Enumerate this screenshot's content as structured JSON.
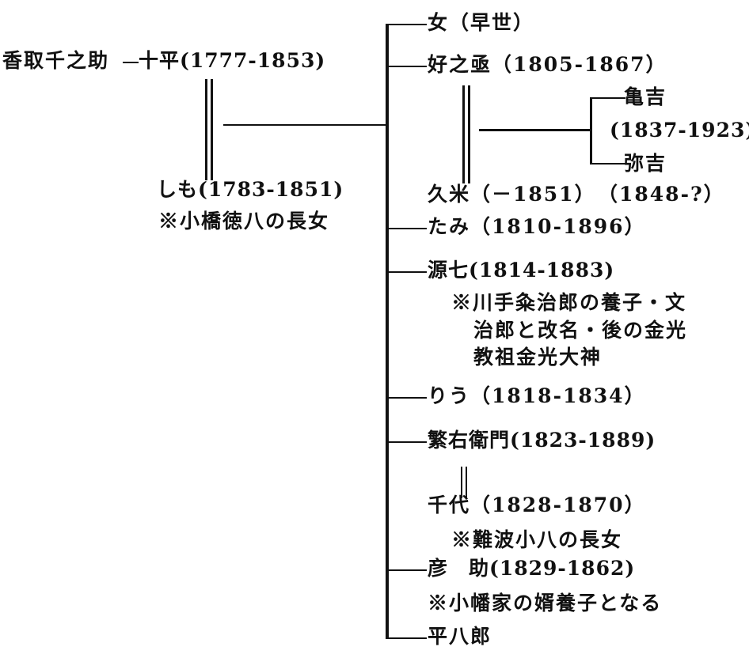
{
  "parents": {
    "father_line": "香取千之助",
    "father": "十平(1777-1853)",
    "mother": "しも(1783-1851)",
    "mother_note": "※小橋徳八の長女"
  },
  "children": {
    "c1": "女（早世）",
    "c2": "好之亟（1805-1867）",
    "c2_spouse": "久米（－1851）",
    "c2_child_years": "（1848-?）",
    "grandchild_1": "亀吉",
    "grandchild_1_years": "(1837-1923)",
    "grandchild_2": "弥吉",
    "c3": "たみ（1810-1896）",
    "c4": "源七(1814-1883)",
    "c4_note_1": "※川手粂治郎の養子・文",
    "c4_note_2": "治郎と改名・後の金光",
    "c4_note_3": "教祖金光大神",
    "c5": "りう（1818-1834）",
    "c6": "繁右衛門(1823-1889)",
    "c6_spouse": "千代（1828-1870）",
    "c6_spouse_note": "※難波小八の長女",
    "c7": "彦　助(1829-1862)",
    "c7_note": "※小幡家の婿養子となる",
    "c8": "平八郎"
  }
}
